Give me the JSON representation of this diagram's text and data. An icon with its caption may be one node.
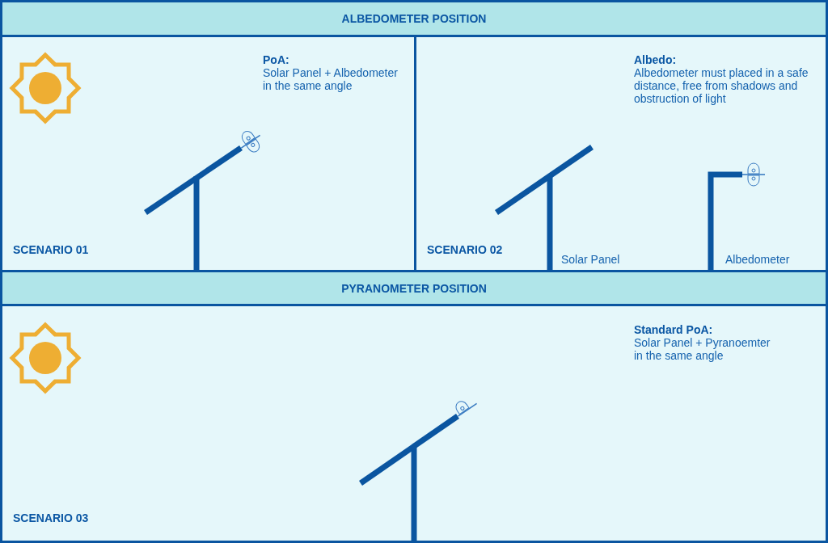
{
  "diagram": {
    "nodes": [
      {
        "text": [
          "ALBEDOMETER POSITION"
        ]
      },
      {
        "text": [
          "PoA:",
          "Solar Panel + Albedometer in the same angle",
          "SCENARIO 01"
        ]
      },
      {
        "text": [
          "Albedo:",
          "Albedometer must placed in a safe distance, free from shadows and obstruction of light",
          "SCENARIO 02"
        ]
      },
      {
        "text": [
          "PYRANOMETER POSITION"
        ]
      },
      {
        "text": [
          "Standard PoA:",
          "Solar Panel + Pyranoemter in the same angle",
          "SCENARIO 03"
        ]
      }
    ],
    "labels": [
      "Solar Panel",
      "Albedometer"
    ]
  }
}
